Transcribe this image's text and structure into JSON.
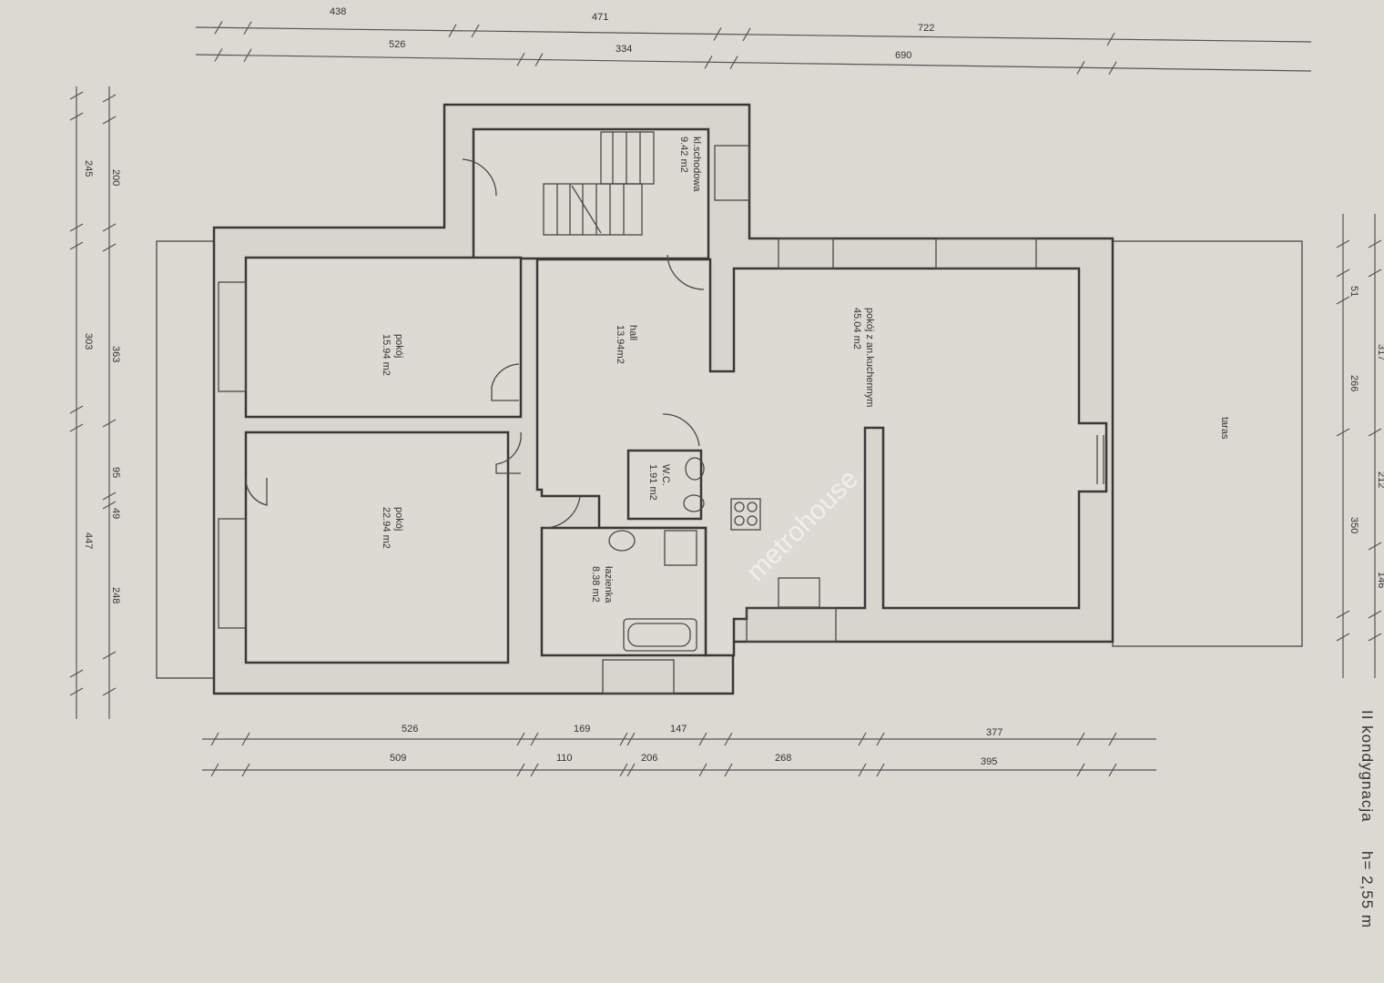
{
  "floor_label": "II kondygnacja",
  "height_label": "h= 2,55 m",
  "watermark": "metrohouse",
  "rooms": {
    "stairwell": {
      "name": "kl.schodowa",
      "area": "9.42 m2"
    },
    "hall": {
      "name": "hall",
      "area": "13.94m2"
    },
    "room_small": {
      "name": "pokój",
      "area": "15.94 m2"
    },
    "room_large": {
      "name": "pokój",
      "area": "22.94 m2"
    },
    "living": {
      "name": "pokój z an.kuchennym",
      "area": "45.04 m2"
    },
    "wc": {
      "name": "W.C.",
      "area": "1.91 m2"
    },
    "bathroom": {
      "name": "łazienka",
      "area": "8.38 m2"
    },
    "terrace": {
      "name": "taras"
    }
  },
  "dimensions": {
    "top_row_1": [
      "438",
      "471",
      "722"
    ],
    "top_row_2": [
      "526",
      "334",
      "690"
    ],
    "bottom_row_1": [
      "526",
      "169",
      "147",
      "377"
    ],
    "bottom_row_2": [
      "509",
      "110",
      "206",
      "268",
      "395"
    ],
    "left_outer": [
      "245",
      "303",
      "447"
    ],
    "left_inner": [
      "200",
      "363",
      "95",
      "49",
      "248"
    ],
    "right_inner": [
      "51",
      "266",
      "350"
    ],
    "right_outer": [
      "317",
      "212",
      "146"
    ]
  }
}
